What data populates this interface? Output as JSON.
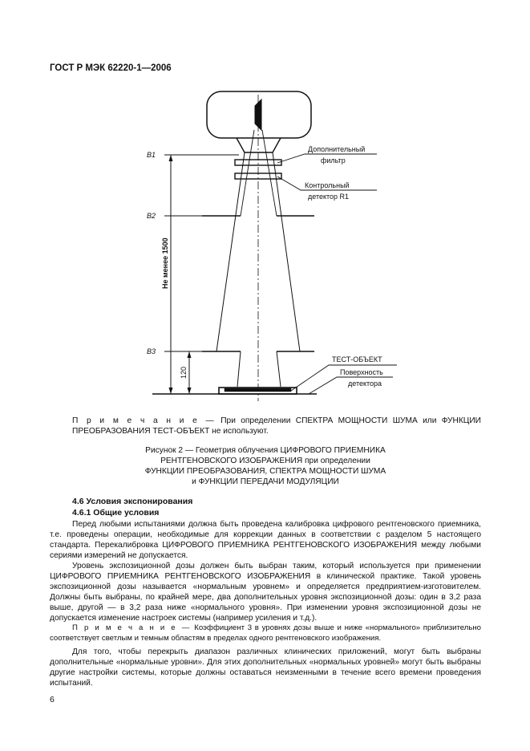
{
  "header": {
    "title": "ГОСТ Р МЭК 62220-1—2006"
  },
  "figure": {
    "labels": {
      "b1": "В1",
      "b2": "В2",
      "b3": "В3",
      "filter_line1": "Дополнительный",
      "filter_line2": "фильтр",
      "detector_line1": "Контрольный",
      "detector_line2": "детектор R1",
      "test_object": "ТЕСТ-ОБЪЕКТ",
      "surface_line1": "Поверхность",
      "surface_line2": "детектора",
      "distance": "Не менее 1500",
      "height": "120"
    },
    "note_label": "П р и м е ч а н и е —",
    "note_text": "При определении СПЕКТРА МОЩНОСТИ ШУМА или ФУНКЦИИ ПРЕОБРАЗОВАНИЯ ТЕСТ-ОБЪЕКТ не используют.",
    "caption_lines": [
      "Рисунок 2 — Геометрия облучения ЦИФРОВОГО ПРИЕМНИКА",
      "РЕНТГЕНОВСКОГО ИЗОБРАЖЕНИЯ при определении",
      "ФУНКЦИИ ПРЕОБРАЗОВАНИЯ, СПЕКТРА МОЩНОСТИ ШУМА",
      "и ФУНКЦИИ ПЕРЕДАЧИ МОДУЛЯЦИИ"
    ]
  },
  "section": {
    "heading_46": "4.6 Условия экспонирования",
    "heading_461": "4.6.1 Общие условия",
    "paragraphs": [
      "Перед любыми испытаниями должна быть проведена калибровка цифрового рентгеновского приемника, т.е. проведены операции, необходимые для коррекции данных в соответствии с разделом 5 настоящего стандарта. Перекалибровка ЦИФРОВОГО ПРИЕМНИКА РЕНТГЕНОВСКОГО ИЗОБРАЖЕНИЯ между любыми сериями измерений не допускается.",
      "Уровень экспозиционной дозы должен быть выбран таким, который используется при применении ЦИФРОВОГО ПРИЕМНИКА РЕНТГЕНОВСКОГО ИЗОБРАЖЕНИЯ в клинической практике. Такой уровень экспозиционной дозы называется «нормальным уровнем» и определяется предприятием-изготовителем. Должны быть выбраны, по крайней мере, два дополнительных уровня экспозиционной дозы: один в 3,2 раза выше, другой — в 3,2 раза ниже «нормального уровня». При изменении уровня экспозиционной дозы не допускается изменение настроек системы (например усиления и т.д.)."
    ],
    "note2_label": "П р и м е ч а н и е —",
    "note2_text": "Коэффициент 3 в уровнях дозы выше и ниже «нормального» приблизительно соответствует светлым и темным областям в пределах одного рентгеновского изображения.",
    "paragraph_last": "Для того, чтобы перекрыть диапазон различных клинических приложений, могут быть выбраны дополнительные «нормальные уровни». Для этих дополнительных «нормальных уровней» могут быть выбраны другие настройки системы, которые должны оставаться неизменными в течение всего времени проведения испытаний."
  },
  "page_number": "6"
}
